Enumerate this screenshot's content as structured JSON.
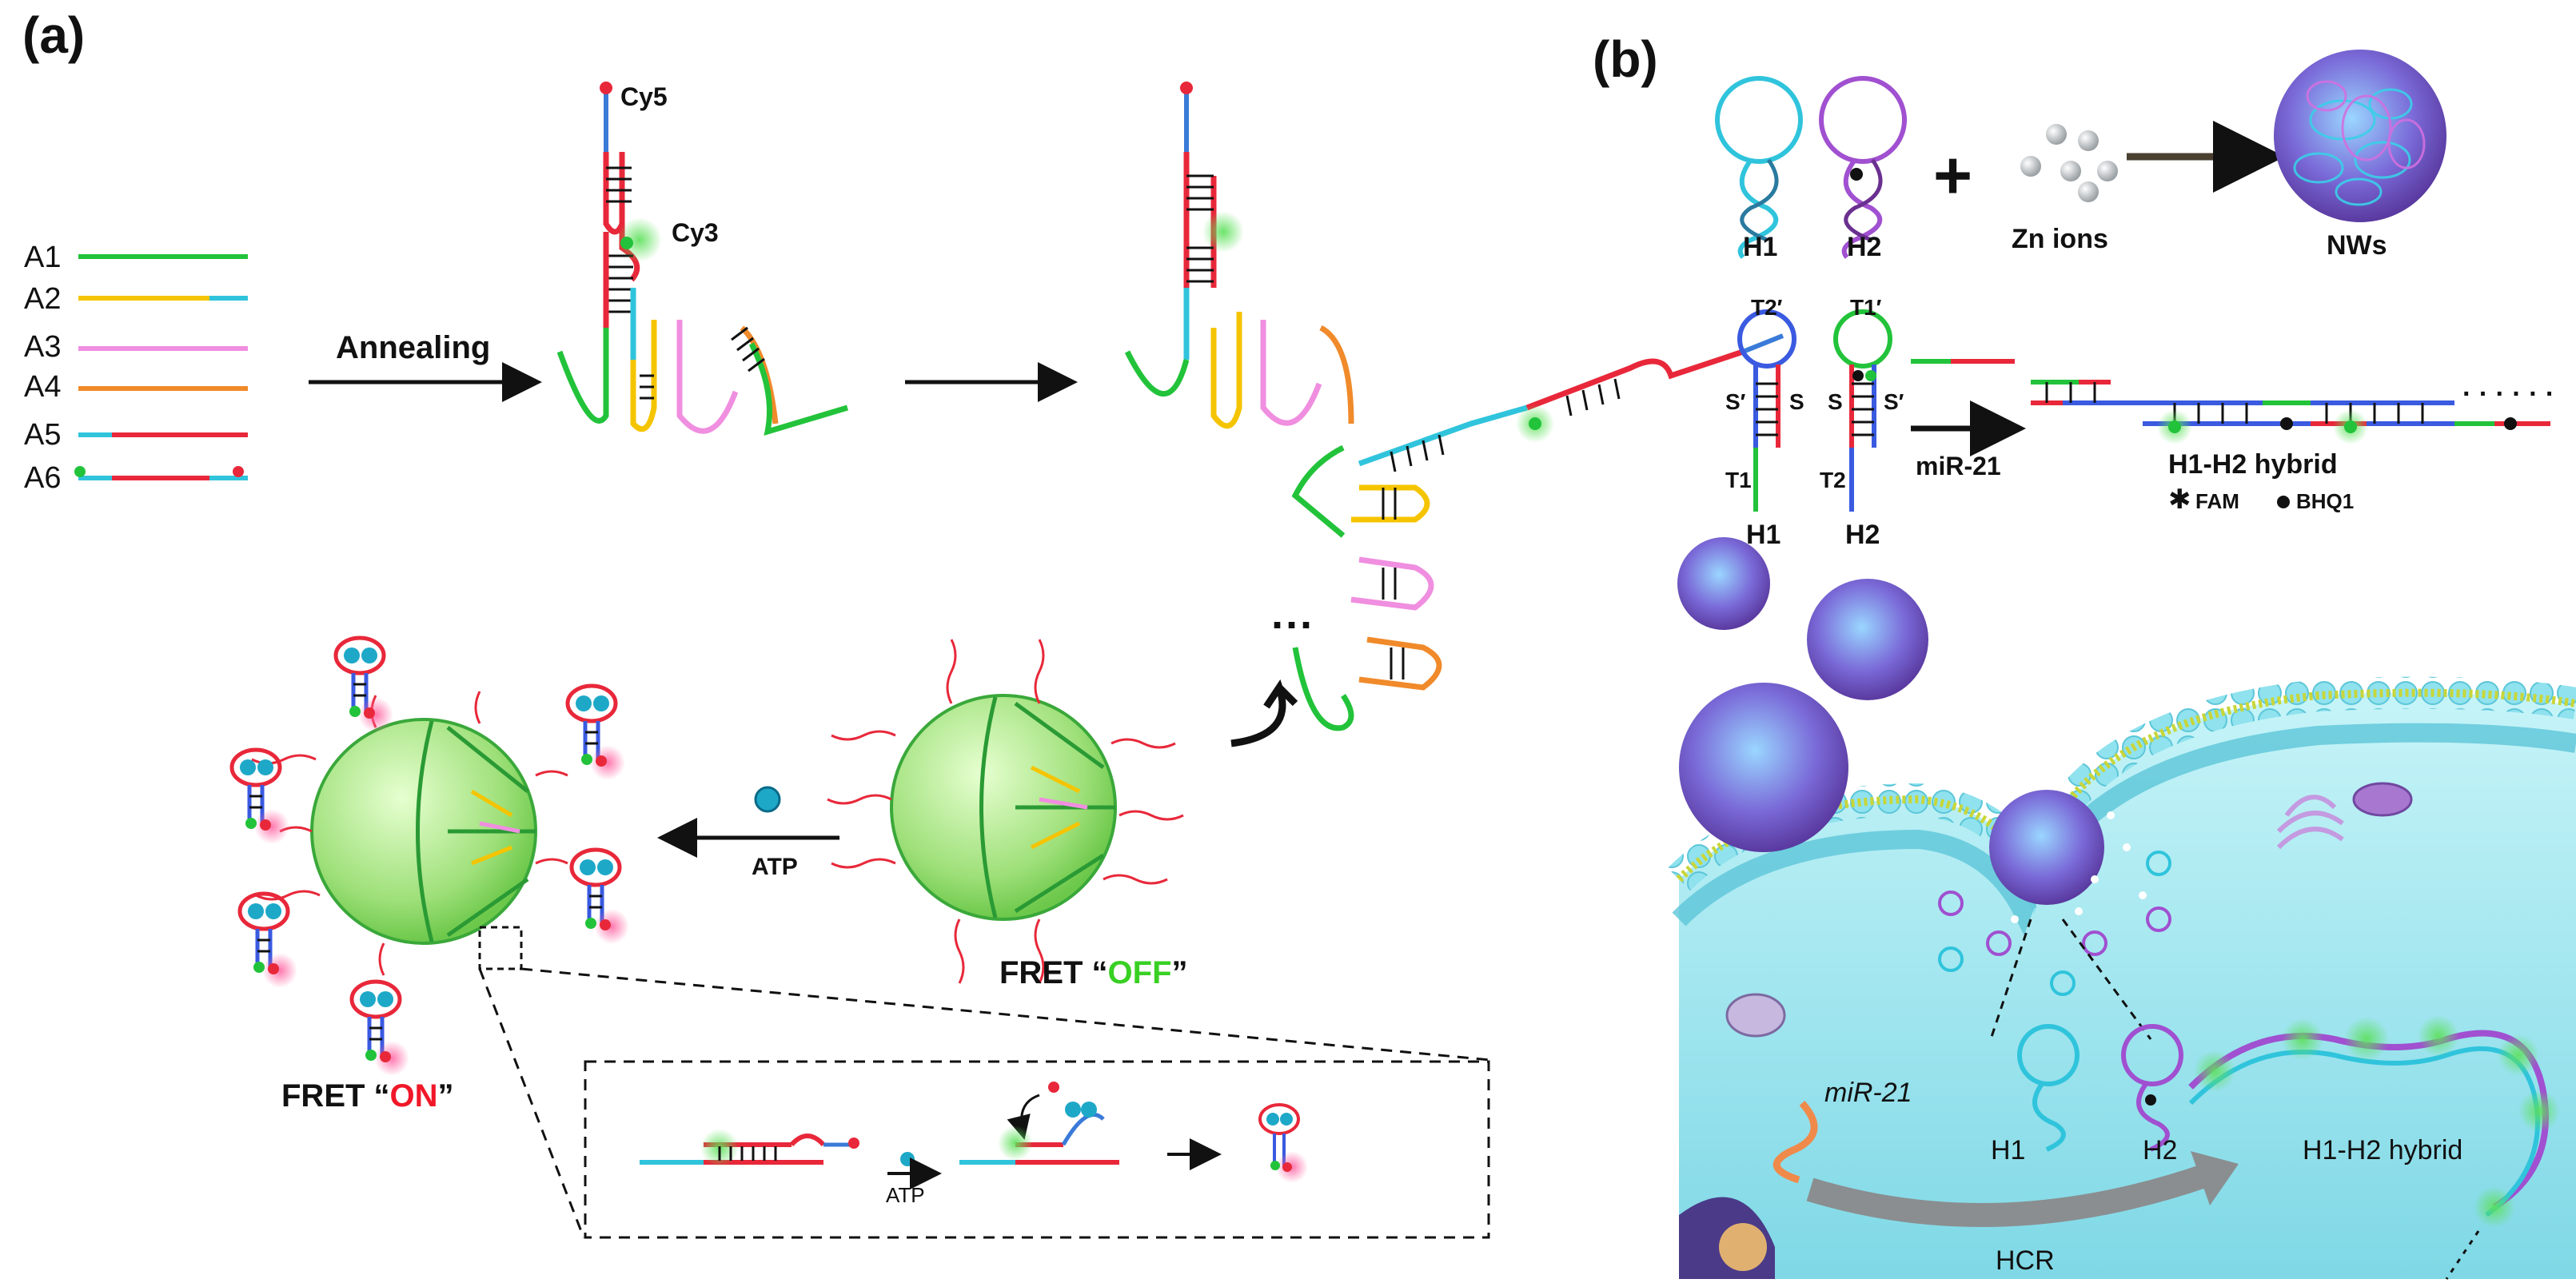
{
  "panel_a": {
    "label": "(a)",
    "strands": [
      {
        "name": "A1"
      },
      {
        "name": "A2"
      },
      {
        "name": "A3"
      },
      {
        "name": "A4"
      },
      {
        "name": "A5"
      },
      {
        "name": "A6"
      }
    ],
    "annealing": "Annealing",
    "cy5": "Cy5",
    "cy3": "Cy3",
    "ellipsis": "···",
    "atp": "ATP",
    "atp_inset": "ATP",
    "fret_off_prefix": "FRET “",
    "fret_off_word": "OFF",
    "fret_off_suffix": "”",
    "fret_on_prefix": "FRET “",
    "fret_on_word": "ON",
    "fret_on_suffix": "”"
  },
  "panel_b": {
    "label": "(b)",
    "h1": "H1",
    "h2": "H2",
    "plus": "+",
    "zn_ions": "Zn ions",
    "nws": "NWs",
    "t2p": "T2′",
    "t1p": "T1′",
    "s_prime_1": "S′",
    "s_1": "S",
    "s_2": "S",
    "s_prime_2": "S′",
    "t1": "T1",
    "t2": "T2",
    "h1_lower": "H1",
    "h2_lower": "H2",
    "mir21": "miR-21",
    "hybrid": "H1-H2 hybrid",
    "dots": "· · · · · ·",
    "fam": "FAM",
    "bhq1": "BHQ1",
    "cell_mir21": "miR-21",
    "cell_h1": "H1",
    "cell_h2": "H2",
    "cell_hybrid": "H1-H2 hybrid",
    "hcr": "HCR"
  },
  "colors": {
    "green": "#22c33a",
    "yellow": "#f5c400",
    "pink": "#f08ee0",
    "orange": "#f08a2a",
    "cyan": "#30c4dc",
    "red": "#e8283a",
    "blue": "#3a5ae0",
    "purple": "#a050d0",
    "cell": "#9fe4ec",
    "arrow_dark": "#4a4030",
    "off_green": "#39d024",
    "on_red": "#f01828"
  }
}
